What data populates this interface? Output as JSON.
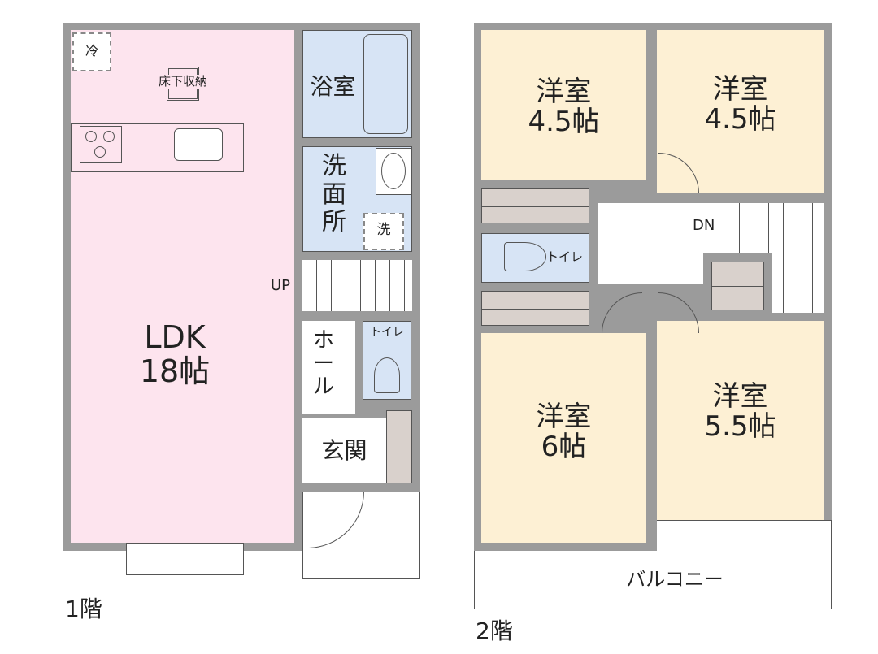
{
  "floor1": {
    "caption": "1階",
    "ldk": {
      "name": "LDK",
      "size": "18帖"
    },
    "fridge": "冷",
    "underfloor": "床下収納",
    "bath": "浴室",
    "washroom": "洗面所",
    "washer": "洗",
    "stairs": "UP",
    "hall": "ホール",
    "toilet": "トイレ",
    "entrance": "玄関"
  },
  "floor2": {
    "caption": "2階",
    "room_tl": {
      "name": "洋室",
      "size": "4.5帖"
    },
    "room_tr": {
      "name": "洋室",
      "size": "4.5帖"
    },
    "room_bl": {
      "name": "洋室",
      "size": "6帖"
    },
    "room_br": {
      "name": "洋室",
      "size": "5.5帖"
    },
    "toilet": "トイレ",
    "stairs": "DN",
    "balcony": "バルコニー"
  },
  "colors": {
    "wall": "#9b9b9b",
    "ldk": "#fde4ee",
    "wet": "#d7e4f5",
    "room": "#fdf0d4",
    "closet": "#d9d1cc"
  }
}
